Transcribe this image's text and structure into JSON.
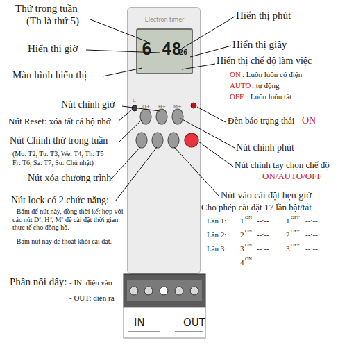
{
  "diagram": {
    "nodes": [
      {
        "text": [
          "Electron timer"
        ]
      },
      {
        "text": [
          "6 48",
          "26"
        ],
        "in": 0
      }
    ],
    "labels": [
      "Thứ trong tuần",
      "(Th là thứ 5)",
      "Hiển thị giờ",
      "Màn hình hiển thị",
      "Nút chỉnh giờ",
      "Nút Reset: xóa tất cả bộ nhớ",
      "Nút Chỉnh thứ trong tuần",
      "(Mo: T2, Tu: T3, We: T4, Th: T5",
      "Fr: T6, Sa: T7, Su: Chủ nhật)",
      "Nút xóa chương trình",
      "Nút lock có 2 chức năng:",
      "- Bấm để nút này, đồng thời kết hợp với các nút D⁺, H⁺, M⁺ để cài đặt thời gian thực tế cho đồng hồ.",
      "- Bấm nút này để thoát khỏi cài đặt.",
      "Phần nối dây:",
      "- IN: điện vào",
      "- OUT: điện ra",
      "Hiển thị phút",
      "Hiển thị giây",
      "Hiển thị chế độ làm việc",
      "ON",
      ": Luôn luôn có điện",
      "AUTO",
      ": tự động",
      "OFF",
      ": Luôn luôn tắt",
      "Đèn báo trạng thái",
      "ON",
      "Nút chỉnh phút",
      "Nút chỉnh tay chọn chế độ",
      "ON/AUTO/OFF",
      "Nút vào cài đặt hẹn giờ",
      "Cho phép cài đặt 17 lần bật/tắt",
      "Lần 1:",
      "1",
      "ON",
      "--:--",
      "1",
      "OFF",
      "--:--",
      "Lần 2:",
      "2",
      "ON",
      "--:--",
      "2",
      "OFF",
      "--:--",
      "Lần 3:",
      "3",
      "ON",
      "--:--",
      "3",
      "OFF",
      "--:--",
      "4",
      "ON",
      "C",
      "D+",
      "H+",
      "M+",
      "IN",
      "OUT"
    ]
  }
}
